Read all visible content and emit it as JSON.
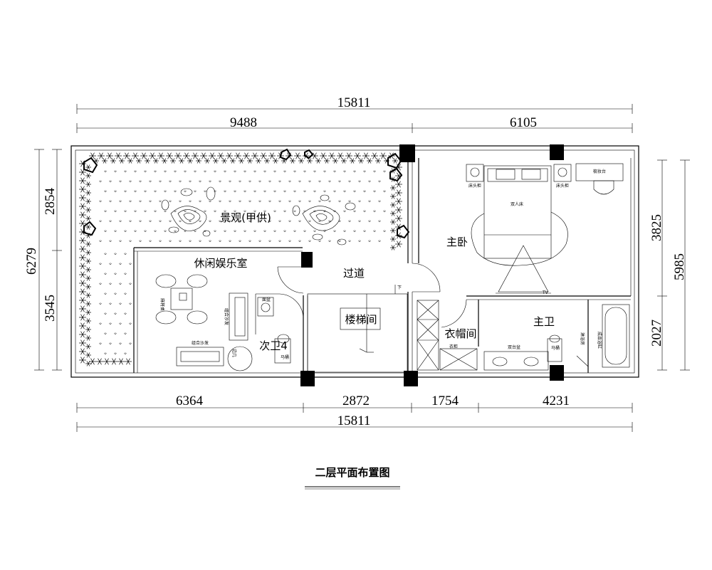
{
  "title": "二层平面布置图",
  "dimensions": {
    "top_total": "15811",
    "top_left": "9488",
    "top_right": "6105",
    "left_total": "6279",
    "left_top": "2854",
    "left_bottom": "3545",
    "right_total": "5985",
    "right_top": "3825",
    "right_bottom": "2027",
    "bottom_1": "6364",
    "bottom_2": "2872",
    "bottom_3": "1754",
    "bottom_4": "4231",
    "bottom_total": "15811"
  },
  "rooms": {
    "landscape": "景观(甲供)",
    "leisure": "休闲娱乐室",
    "corridor": "过道",
    "stairs": "楼梯间",
    "master_bedroom": "主卧",
    "master_bath": "主卫",
    "cloakroom": "衣帽间",
    "second_bath": "次卫4"
  },
  "furniture": {
    "mahjong": "麻将桌",
    "combo_sofa_1": "组合沙发",
    "combo_sofa_2": "组合沙发",
    "side_table": "边几",
    "basin": "面盆",
    "toilet_1": "马桶",
    "toilet_2": "马桶",
    "double_bed": "双人床",
    "nightstand_1": "床头柜",
    "nightstand_2": "床头柜",
    "vanity": "梳妆台",
    "tv": "TV",
    "wardrobe": "衣柜",
    "double_basin": "双台盆",
    "shower": "淋浴房",
    "bathtub": "成品浴缸",
    "down_arrow": "下"
  }
}
